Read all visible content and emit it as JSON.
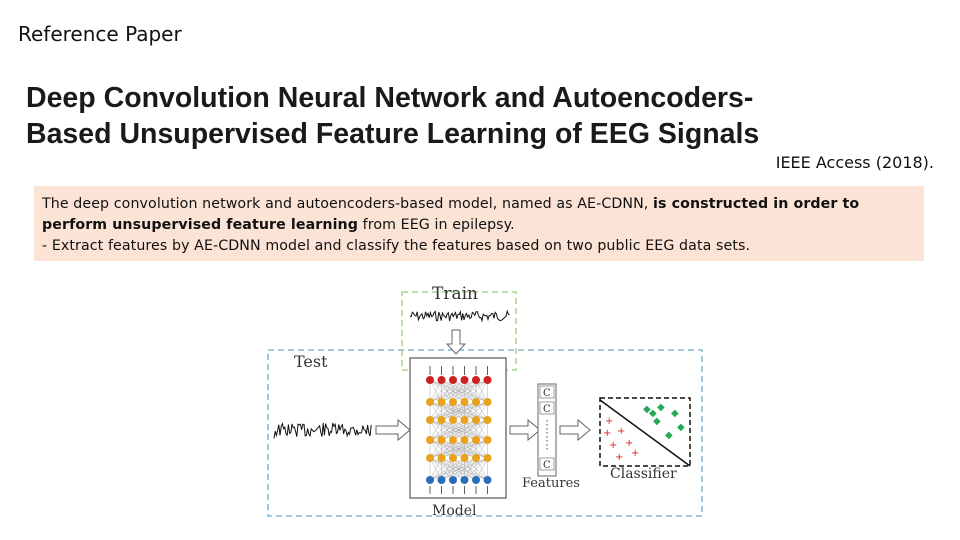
{
  "header": {
    "label": "Reference Paper"
  },
  "paper": {
    "title_line1": "Deep Convolution Neural Network and Autoencoders-",
    "title_line2": "Based Unsupervised Feature Learning of EEG Signals",
    "venue": "IEEE Access (2018)."
  },
  "summary": {
    "part1": "The deep convolution network and autoencoders-based model, named as AE-CDNN,",
    "part2_bold": "is constructed in order to perform unsupervised feature learning",
    "part3": "from EEG in epilepsy.",
    "bullet": "- Extract features by AE-CDNN model and classify the features based on two public EEG data sets.",
    "background_color": "#fbe3d6"
  },
  "figure": {
    "train_label": "Train",
    "test_label": "Test",
    "model_label": "Model",
    "features_label": "Features",
    "classifier_label": "Classifier",
    "feature_cell_labels": [
      "C",
      "C",
      "C"
    ],
    "colors": {
      "frame": "#6fa8c8",
      "train_frame": "#9acd79",
      "node_red": "#cc2222",
      "node_orange": "#e8a21c",
      "node_blue": "#2a6fb5",
      "class_red": "#dd2222",
      "class_green": "#22aa55"
    }
  }
}
